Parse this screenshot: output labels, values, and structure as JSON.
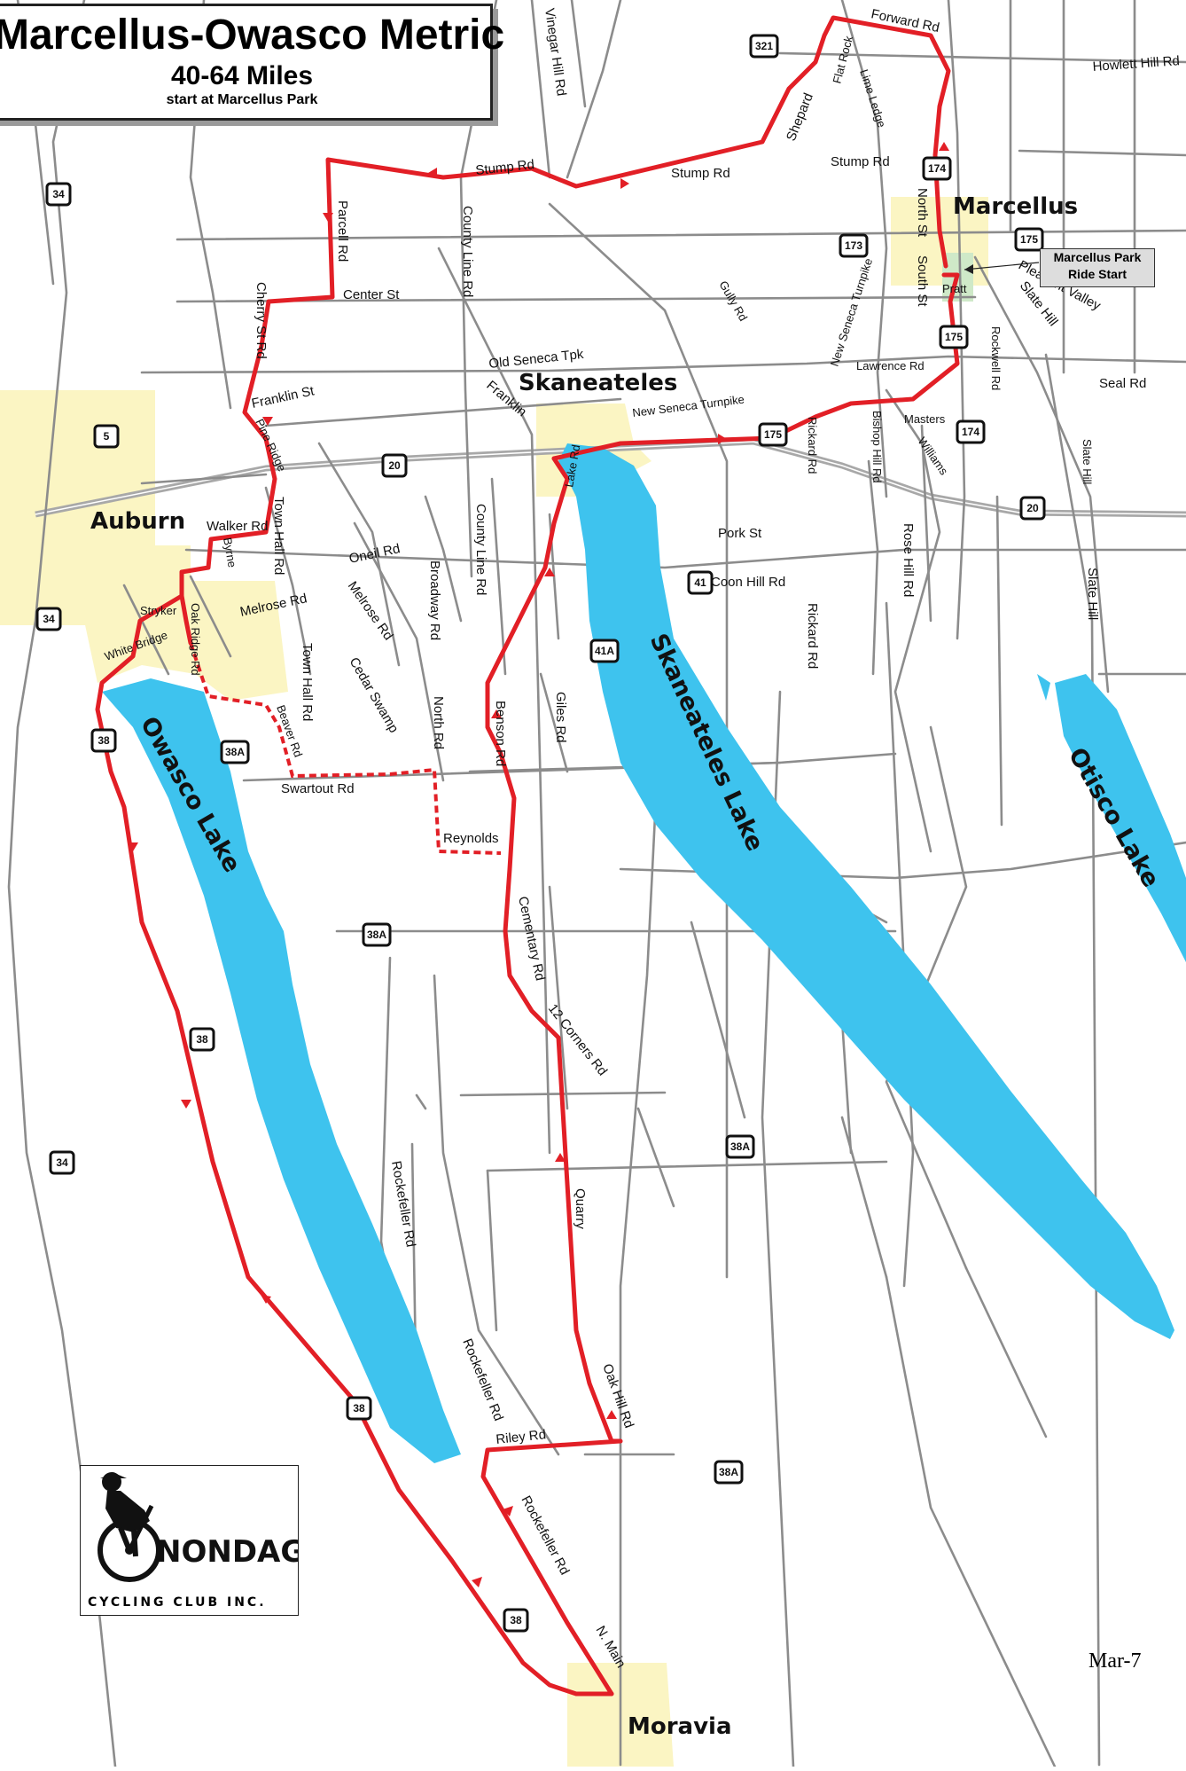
{
  "title": {
    "main": "Marcellus-Owasco Metric",
    "distance": "40-64 Miles",
    "start": "start at Marcellus Park"
  },
  "start_box": {
    "line1": "Marcellus Park",
    "line2": "Ride Start"
  },
  "towns": {
    "marcellus": "Marcellus",
    "skaneateles": "Skaneateles",
    "auburn": "Auburn",
    "moravia": "Moravia"
  },
  "lakes": {
    "owasco": "Owasco Lake",
    "skaneateles": "Skaneateles Lake",
    "otisco": "Otisco Lake"
  },
  "roads": {
    "forward": "Forward Rd",
    "howlett": "Howlett Hill Rd",
    "vinegar": "Vinegar Hill Rd",
    "flatrock": "Flat Rock",
    "limeledge": "Lime Ledge",
    "shepard": "Shepard",
    "stump1": "Stump Rd",
    "stump2": "Stump Rd",
    "stump3": "Stump Rd",
    "north_st": "North St",
    "south_st": "South St",
    "pleasant_valley": "Pleasant Valley",
    "parcell": "Parcell Rd",
    "county_line1": "County Line Rd",
    "center": "Center St",
    "cherry": "Cherry St Rd",
    "gully": "Gully Rd",
    "new_seneca1": "New Seneca Turnpike",
    "slate_hill1": "Slate Hill",
    "slate_hill2": "Slate Hill",
    "slate_hill3": "Slate Hill",
    "old_seneca": "Old Seneca Tpk",
    "franklin_st": "Franklin St",
    "franklin": "Franklin",
    "lawrence": "Lawrence Rd",
    "seal": "Seal Rd",
    "rockwell": "Rockwell Rd",
    "new_seneca2": "New Seneca Turnpike",
    "masters": "Masters",
    "williams": "Williams",
    "pine_ridge": "Pine Ridge",
    "rickard1": "Rickard Rd",
    "bishop_hill": "Bishop Hill Rd",
    "lake_rd": "Lake Rd",
    "town_hall1": "Town Hall Rd",
    "walker": "Walker Rd",
    "oneil": "Oneil Rd",
    "broadway": "Broadway Rd",
    "county_line2": "County Line Rd",
    "pork": "Pork St",
    "rose_hill": "Rose Hill Rd",
    "byrne": "Byrne",
    "coon_hill": "Coon Hill Rd",
    "rickard2": "Rickard Rd",
    "melrose1": "Melrose Rd",
    "melrose2": "Melrose Rd",
    "stryker": "Stryker",
    "oak_ridge": "Oak Ridge Rd",
    "white_bridge": "White Bridge",
    "town_hall2": "Town Hall Rd",
    "cedar_swamp": "Cedar Swamp",
    "north_rd": "North Rd",
    "beaver": "Beaver Rd",
    "benson": "Benson Rd",
    "giles": "Giles Rd",
    "swartout": "Swartout Rd",
    "reynolds": "Reynolds",
    "cementary": "Cementary Rd",
    "twelve_corners": "12 Corners Rd",
    "quarry": "Quarry",
    "rockefeller1": "Rockefeller Rd",
    "rockefeller2": "Rockefeller Rd",
    "rockefeller3": "Rockefeller Rd",
    "oak_hill": "Oak Hill Rd",
    "riley": "Riley Rd",
    "n_main": "N. Main",
    "pratt": "Pratt"
  },
  "shields": {
    "r321": "321",
    "r174a": "174",
    "r173": "173",
    "r175a": "175",
    "r175b": "175",
    "r175c": "175",
    "r174b": "174",
    "r34a": "34",
    "r5": "5",
    "r20a": "20",
    "r20b": "20",
    "r34b": "34",
    "r41": "41",
    "r41a": "41A",
    "r38a": "38",
    "r38aa": "38A",
    "r38ab": "38A",
    "r38b": "38",
    "r38ac": "38A",
    "r34c": "34",
    "r38c": "38",
    "r38ad": "38A",
    "r38d": "38"
  },
  "logo": {
    "letters": "NONDAGA",
    "club": "CYCLING CLUB INC."
  },
  "date": "Mar-7",
  "colors": {
    "route": "#e21f26",
    "lake": "#3ec3ee",
    "town_fill": "#fbf5c3",
    "road": "#8c8c8c",
    "highway": "#a8a8a8",
    "park": "#cfe9c8"
  }
}
